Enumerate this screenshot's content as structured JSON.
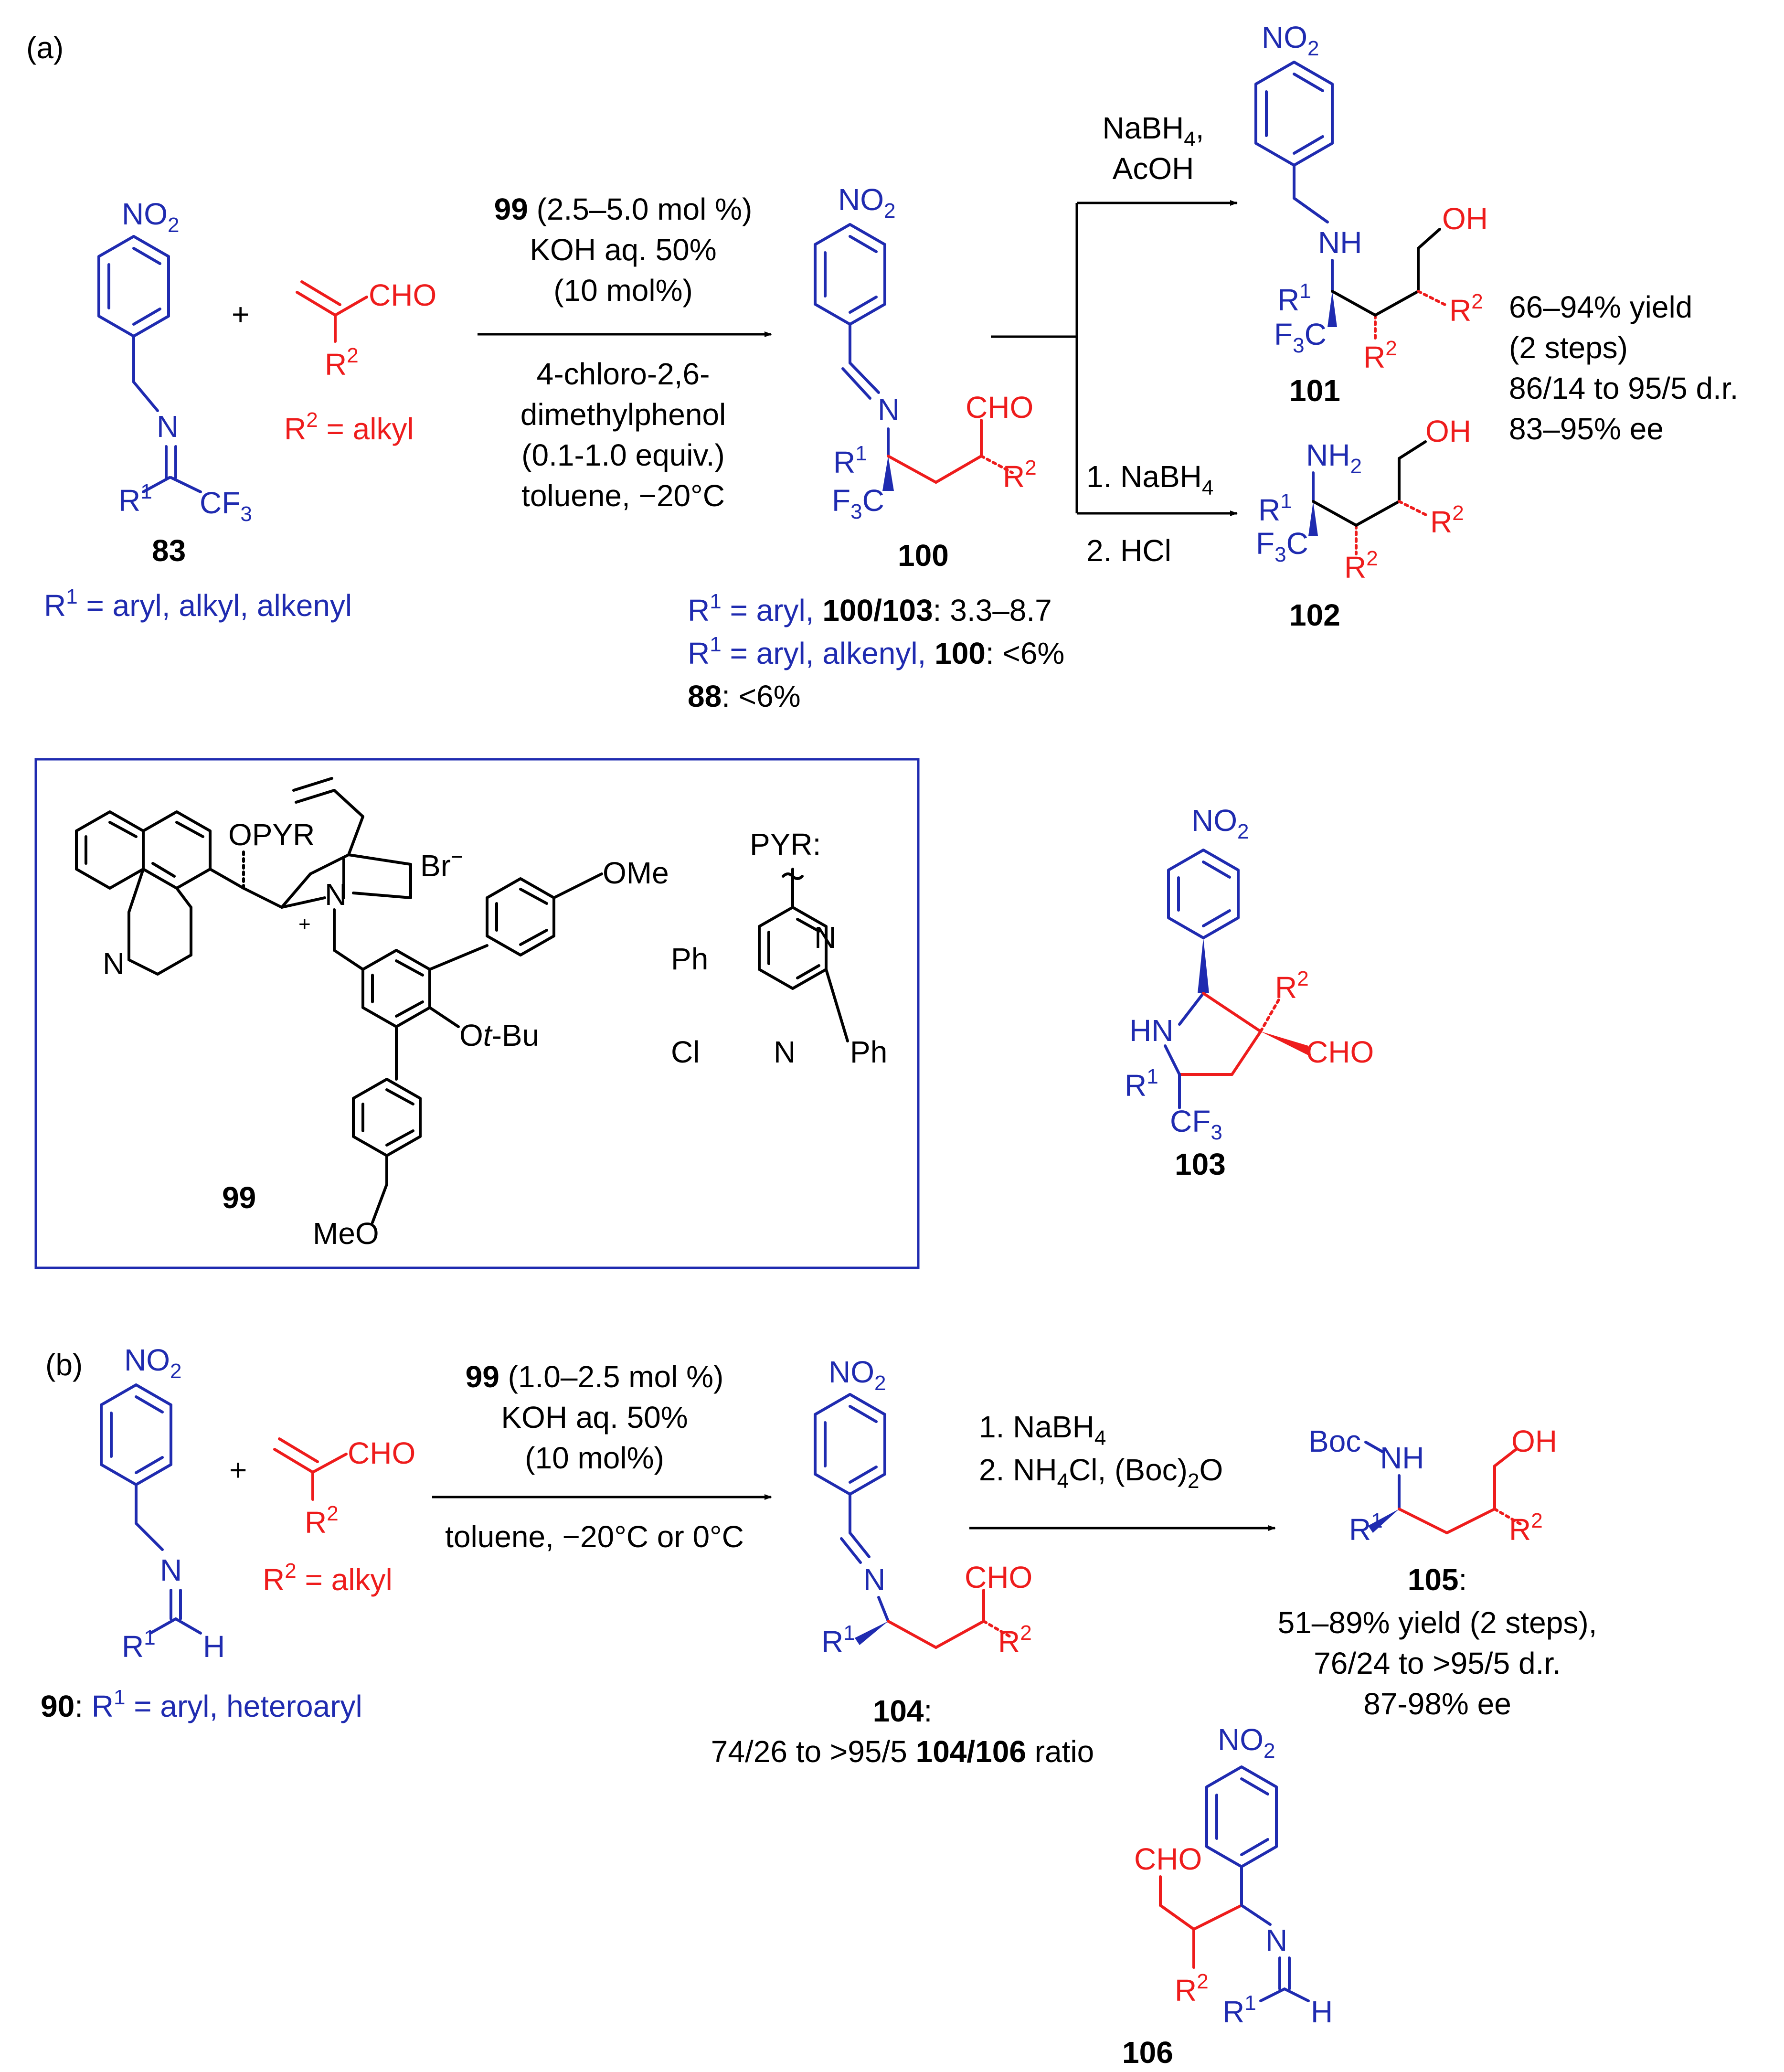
{
  "colors": {
    "scaffold": "#1f2bb0",
    "aldehyde": "#ee1c1c",
    "reagent": "#000000"
  },
  "panel_a": {
    "label": "(a)",
    "imine_83": {
      "no2": "NO",
      "no2_sub": "2",
      "n": "N",
      "r1": "R",
      "r1_sup": "1",
      "cf3": "CF",
      "cf3_sub": "3",
      "number": "83",
      "caption": "R",
      "caption_sup": "1",
      "caption_rest": " = aryl, alkyl, alkenyl"
    },
    "plus": "+",
    "enal": {
      "cho": "CHO",
      "r2": "R",
      "r2_sup": "2",
      "caption": "R",
      "caption_sup": "2",
      "caption_rest": " = alkyl"
    },
    "conditions_above": {
      "cat": "99",
      "cat_rest": " (2.5–5.0 mol %)",
      "line2": "KOH aq. 50%",
      "line3": "(10 mol%)"
    },
    "conditions_below": {
      "line1": "4-chloro-2,6-",
      "line2": "dimethylphenol",
      "line3": "(0.1-1.0 equiv.)",
      "line4": "toluene, −20°C"
    },
    "product_100": {
      "no2": "NO",
      "no2_sub": "2",
      "n": "N",
      "cho": "CHO",
      "r1": "R",
      "r1_sup": "1",
      "r2": "R",
      "r2_sup": "2",
      "f3c": "F",
      "f3c_sub": "3",
      "f3c_c": "C",
      "number": "100",
      "note1_r1": "R",
      "note1_sup": "1",
      "note1_mid": " = aryl, ",
      "note1_bold": "100/103",
      "note1_end": ": 3.3–8.7",
      "note2_r1": "R",
      "note2_sup": "1",
      "note2_mid": " = aryl, alkenyl, ",
      "note2_bold": "100",
      "note2_end": ": <6%",
      "note3_bold": "88",
      "note3_end": ": <6%"
    },
    "upper_conditions": {
      "line1": "NaBH",
      "line1_sub": "4",
      "line1_end": ",",
      "line2": "AcOH"
    },
    "lower_conditions": {
      "line1": "1. NaBH",
      "line1_sub": "4",
      "line2": "2. HCl"
    },
    "product_101": {
      "no2": "NO",
      "no2_sub": "2",
      "nh": "NH",
      "oh": "OH",
      "r1": "R",
      "r1_sup": "1",
      "r2a": "R",
      "r2a_sup": "2",
      "r2b": "R",
      "r2b_sup": "2",
      "f3c": "F",
      "f3c_sub": "3",
      "f3c_c": "C",
      "number": "101",
      "stats": [
        "66–94% yield",
        "(2 steps)",
        "86/14 to 95/5 d.r.",
        "83–95% ee"
      ]
    },
    "product_102": {
      "nh2": "NH",
      "nh2_sub": "2",
      "oh": "OH",
      "r1": "R",
      "r1_sup": "1",
      "r2a": "R",
      "r2a_sup": "2",
      "r2b": "R",
      "r2b_sup": "2",
      "f3c": "F",
      "f3c_sub": "3",
      "f3c_c": "C",
      "number": "102"
    },
    "catalyst_99": {
      "opyr": "OPYR",
      "br": "Br",
      "br_sup": "−",
      "n_ring": "N",
      "n_plus": "N",
      "plus": "+",
      "ome": "OMe",
      "meo": "MeO",
      "otbu_o": "O",
      "otbu_t": "t",
      "otbu_bu": "-Bu",
      "pyr_label": "PYR:",
      "ph1": "Ph",
      "ph2": "Ph",
      "cl": "Cl",
      "pn1": "N",
      "pn2": "N",
      "number": "99"
    },
    "product_103": {
      "no2": "NO",
      "no2_sub": "2",
      "hn": "HN",
      "r1": "R",
      "r1_sup": "1",
      "r2": "R",
      "r2_sup": "2",
      "cho": "CHO",
      "cf3": "CF",
      "cf3_sub": "3",
      "number": "103"
    }
  },
  "panel_b": {
    "label": "(b)",
    "imine_90": {
      "no2": "NO",
      "no2_sub": "2",
      "n": "N",
      "r1": "R",
      "r1_sup": "1",
      "h": "H",
      "number": "90",
      "caption_r1": "R",
      "caption_sup": "1",
      "caption_rest": " = aryl, heteroaryl"
    },
    "plus": "+",
    "enal": {
      "cho": "CHO",
      "r2": "R",
      "r2_sup": "2",
      "caption": "R",
      "caption_sup": "2",
      "caption_rest": " = alkyl"
    },
    "conditions_above": {
      "cat": "99",
      "cat_rest": " (1.0–2.5 mol %)",
      "line2": "KOH aq. 50%",
      "line3": "(10 mol%)"
    },
    "conditions_below": {
      "line1": "toluene, −20°C or 0°C"
    },
    "product_104": {
      "no2": "NO",
      "no2_sub": "2",
      "n": "N",
      "cho": "CHO",
      "r1": "R",
      "r1_sup": "1",
      "r2": "R",
      "r2_sup": "2",
      "number": "104",
      "number_colon": ":",
      "ratio_pre": "74/26 to >95/5 ",
      "ratio_b1": "104",
      "ratio_slash": "/",
      "ratio_b2": "106",
      "ratio_end": " ratio"
    },
    "second_conditions": {
      "line1": "1. NaBH",
      "line1_sub": "4",
      "line2a": "2. NH",
      "line2_sub1": "4",
      "line2b": "Cl, (Boc)",
      "line2_sub2": "2",
      "line2c": "O"
    },
    "product_105": {
      "boc": "Boc",
      "nh": "NH",
      "oh": "OH",
      "r1": "R",
      "r1_sup": "1",
      "r2": "R",
      "r2_sup": "2",
      "number": "105",
      "number_colon": ":",
      "stats": [
        "51–89% yield (2 steps),",
        "76/24 to >95/5 d.r.",
        "87-98% ee"
      ]
    },
    "product_106": {
      "no2": "NO",
      "no2_sub": "2",
      "cho": "CHO",
      "n": "N",
      "r2": "R",
      "r2_sup": "2",
      "r1": "R",
      "r1_sup": "1",
      "h": "H",
      "number": "106"
    }
  }
}
